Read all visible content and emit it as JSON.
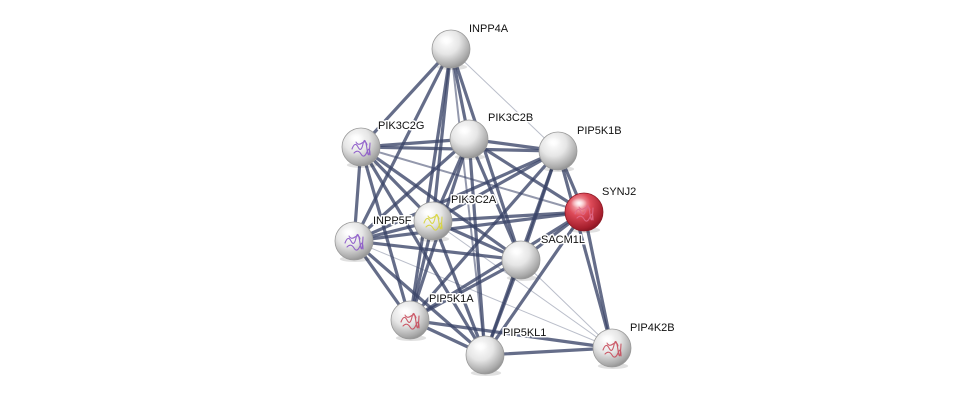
{
  "network": {
    "nodes": [
      {
        "id": "INPP4A",
        "label": "INPP4A",
        "query": false,
        "structure": "none"
      },
      {
        "id": "PIK3C2G",
        "label": "PIK3C2G",
        "query": false,
        "structure": "purple-protein-structure"
      },
      {
        "id": "PIK3C2B",
        "label": "PIK3C2B",
        "query": false,
        "structure": "none"
      },
      {
        "id": "PIP5K1B",
        "label": "PIP5K1B",
        "query": false,
        "structure": "none"
      },
      {
        "id": "SYNJ2",
        "label": "SYNJ2",
        "query": true,
        "structure": "pink-protein-structure"
      },
      {
        "id": "PIK3C2A",
        "label": "PIK3C2A",
        "query": false,
        "structure": "yellow-protein-structure"
      },
      {
        "id": "INPP5F",
        "label": "INPP5F",
        "query": false,
        "structure": "purple-protein-structure"
      },
      {
        "id": "SACM1L",
        "label": "SACM1L",
        "query": false,
        "structure": "none"
      },
      {
        "id": "PIP5K1A",
        "label": "PIP5K1A",
        "query": false,
        "structure": "red-protein-structure"
      },
      {
        "id": "PIP5KL1",
        "label": "PIP5KL1",
        "query": false,
        "structure": "none"
      },
      {
        "id": "PIP4K2B",
        "label": "PIP4K2B",
        "query": false,
        "structure": "red-protein-structure"
      }
    ],
    "edges": [
      {
        "source": "INPP4A",
        "target": "PIK3C2G",
        "strength": "strong"
      },
      {
        "source": "INPP4A",
        "target": "PIK3C2B",
        "strength": "strong"
      },
      {
        "source": "INPP4A",
        "target": "PIK3C2A",
        "strength": "strong"
      },
      {
        "source": "INPP4A",
        "target": "INPP5F",
        "strength": "strong"
      },
      {
        "source": "INPP4A",
        "target": "SACM1L",
        "strength": "strong"
      },
      {
        "source": "INPP4A",
        "target": "PIP5K1A",
        "strength": "strong"
      },
      {
        "source": "INPP4A",
        "target": "PIP5KL1",
        "strength": "medium"
      },
      {
        "source": "INPP4A",
        "target": "PIP5K1B",
        "strength": "weak"
      },
      {
        "source": "PIK3C2G",
        "target": "PIK3C2B",
        "strength": "strong"
      },
      {
        "source": "PIK3C2G",
        "target": "PIK3C2A",
        "strength": "strong"
      },
      {
        "source": "PIK3C2G",
        "target": "INPP5F",
        "strength": "strong"
      },
      {
        "source": "PIK3C2G",
        "target": "SACM1L",
        "strength": "strong"
      },
      {
        "source": "PIK3C2G",
        "target": "PIP5K1A",
        "strength": "strong"
      },
      {
        "source": "PIK3C2G",
        "target": "PIP5KL1",
        "strength": "strong"
      },
      {
        "source": "PIK3C2G",
        "target": "PIP5K1B",
        "strength": "strong"
      },
      {
        "source": "PIK3C2G",
        "target": "SYNJ2",
        "strength": "medium"
      },
      {
        "source": "PIK3C2B",
        "target": "PIP5K1B",
        "strength": "strong"
      },
      {
        "source": "PIK3C2B",
        "target": "SYNJ2",
        "strength": "strong"
      },
      {
        "source": "PIK3C2B",
        "target": "PIK3C2A",
        "strength": "strong"
      },
      {
        "source": "PIK3C2B",
        "target": "INPP5F",
        "strength": "strong"
      },
      {
        "source": "PIK3C2B",
        "target": "SACM1L",
        "strength": "strong"
      },
      {
        "source": "PIK3C2B",
        "target": "PIP5K1A",
        "strength": "strong"
      },
      {
        "source": "PIK3C2B",
        "target": "PIP5KL1",
        "strength": "strong"
      },
      {
        "source": "PIP5K1B",
        "target": "SYNJ2",
        "strength": "strong"
      },
      {
        "source": "PIP5K1B",
        "target": "PIK3C2A",
        "strength": "strong"
      },
      {
        "source": "PIP5K1B",
        "target": "INPP5F",
        "strength": "strong"
      },
      {
        "source": "PIP5K1B",
        "target": "SACM1L",
        "strength": "strong"
      },
      {
        "source": "PIP5K1B",
        "target": "PIP5K1A",
        "strength": "strong"
      },
      {
        "source": "PIP5K1B",
        "target": "PIP5KL1",
        "strength": "strong"
      },
      {
        "source": "PIP5K1B",
        "target": "PIP4K2B",
        "strength": "strong"
      },
      {
        "source": "SYNJ2",
        "target": "PIK3C2A",
        "strength": "strong"
      },
      {
        "source": "SYNJ2",
        "target": "INPP5F",
        "strength": "strong"
      },
      {
        "source": "SYNJ2",
        "target": "SACM1L",
        "strength": "strong"
      },
      {
        "source": "SYNJ2",
        "target": "PIP5K1A",
        "strength": "strong"
      },
      {
        "source": "SYNJ2",
        "target": "PIP5KL1",
        "strength": "strong"
      },
      {
        "source": "SYNJ2",
        "target": "PIP4K2B",
        "strength": "strong"
      },
      {
        "source": "PIK3C2A",
        "target": "INPP5F",
        "strength": "strong"
      },
      {
        "source": "PIK3C2A",
        "target": "SACM1L",
        "strength": "strong"
      },
      {
        "source": "PIK3C2A",
        "target": "PIP5K1A",
        "strength": "strong"
      },
      {
        "source": "PIK3C2A",
        "target": "PIP5KL1",
        "strength": "strong"
      },
      {
        "source": "PIK3C2A",
        "target": "PIP4K2B",
        "strength": "weak"
      },
      {
        "source": "INPP5F",
        "target": "SACM1L",
        "strength": "strong"
      },
      {
        "source": "INPP5F",
        "target": "PIP5K1A",
        "strength": "strong"
      },
      {
        "source": "INPP5F",
        "target": "PIP5KL1",
        "strength": "strong"
      },
      {
        "source": "INPP5F",
        "target": "PIP4K2B",
        "strength": "weak"
      },
      {
        "source": "SACM1L",
        "target": "PIP5K1A",
        "strength": "strong"
      },
      {
        "source": "SACM1L",
        "target": "PIP5KL1",
        "strength": "strong"
      },
      {
        "source": "SACM1L",
        "target": "PIP4K2B",
        "strength": "weak"
      },
      {
        "source": "PIP5K1A",
        "target": "PIP5KL1",
        "strength": "strong"
      },
      {
        "source": "PIP5K1A",
        "target": "PIP4K2B",
        "strength": "strong"
      },
      {
        "source": "PIP5KL1",
        "target": "PIP4K2B",
        "strength": "strong"
      }
    ],
    "colors": {
      "edge": "#3a4468",
      "node": "#e2e2e2",
      "query_node": "#cc3344",
      "label": "#111111",
      "background": "#ffffff"
    }
  }
}
